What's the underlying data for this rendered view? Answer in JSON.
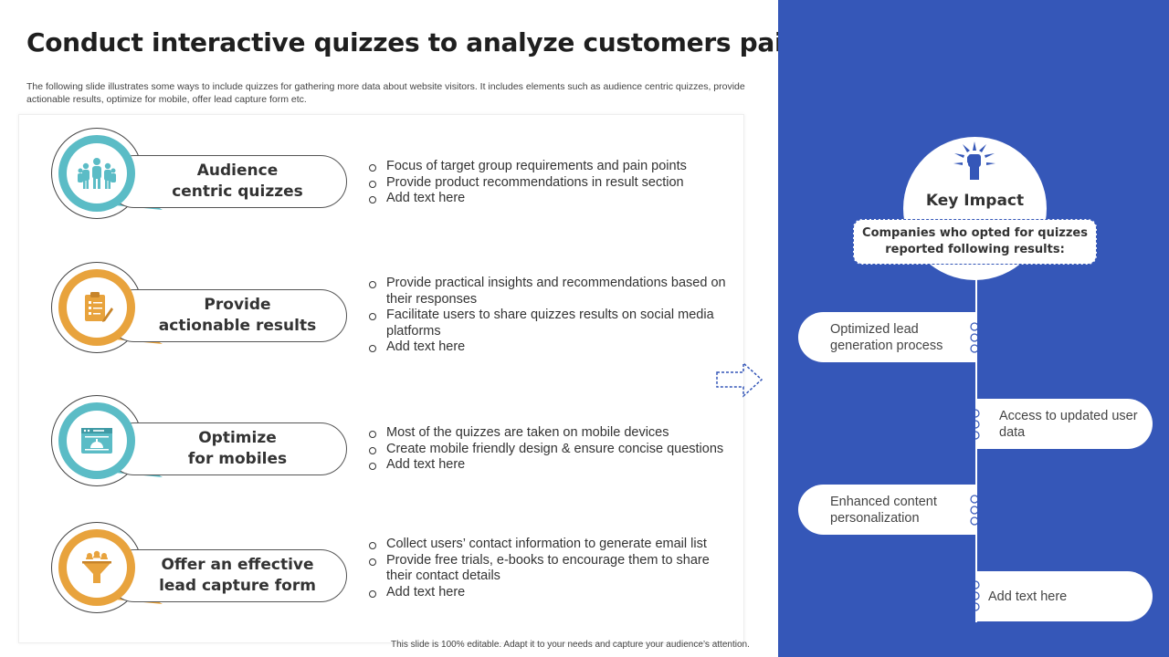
{
  "title": "Conduct interactive quizzes to analyze customers pain",
  "subtitle": "The following slide illustrates some ways to include quizzes for gathering more data about website visitors. It includes elements such as audience centric quizzes, provide actionable results, optimize for mobile, offer lead capture form etc.",
  "colors": {
    "teal": "#5bbcc6",
    "orange": "#e8a33d",
    "panel_blue": "#3557b8"
  },
  "items": [
    {
      "label": "Audience centric quizzes",
      "label_lines": [
        "Audience",
        "centric quizzes"
      ],
      "icon": "audience-group-icon",
      "color": "teal",
      "bullets": [
        "Focus of target group requirements and pain points",
        "Provide product recommendations in result section",
        "Add text here"
      ]
    },
    {
      "label": "Provide actionable results",
      "label_lines": [
        "Provide",
        "actionable results"
      ],
      "icon": "checklist-clipboard-icon",
      "color": "orange",
      "bullets": [
        "Provide practical insights and recommendations based on their responses",
        "Facilitate users to share quizzes results on social media platforms",
        "Add text here"
      ]
    },
    {
      "label": "Optimize for mobiles",
      "label_lines": [
        "Optimize",
        "for mobiles"
      ],
      "icon": "browser-window-icon",
      "color": "teal",
      "bullets": [
        "Most of the quizzes are taken on mobile devices",
        "Create mobile friendly design & ensure concise questions",
        "Add text here"
      ]
    },
    {
      "label": "Offer an effective lead capture form",
      "label_lines": [
        "Offer an effective",
        "lead capture form"
      ],
      "icon": "lead-funnel-icon",
      "color": "orange",
      "bullets": [
        "Collect users’ contact information to generate email list",
        "Provide free trials, e-books to encourage them to share their contact details",
        "Add text here"
      ]
    }
  ],
  "key_impact": {
    "title": "Key Impact",
    "icon": "raised-fist-icon",
    "box_text": "Companies who opted for quizzes reported following results:",
    "results": [
      {
        "text": "Optimized lead generation process",
        "side": "left"
      },
      {
        "text": "Access to updated user data",
        "side": "right"
      },
      {
        "text": "Enhanced content personalization",
        "side": "left"
      },
      {
        "text": "Add text here",
        "side": "right"
      }
    ]
  },
  "arrow_icon": "right-arrow-outline-icon",
  "footer": "This slide is 100% editable. Adapt it to your needs and capture your audience’s attention."
}
